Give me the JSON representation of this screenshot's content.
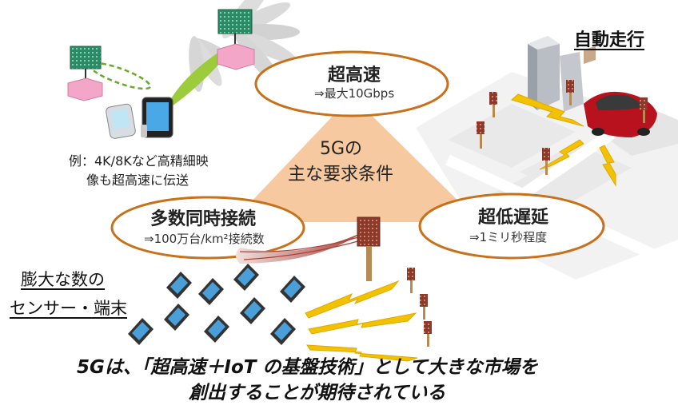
{
  "center": {
    "line1": "5Gの",
    "line2": "主な要求条件"
  },
  "requirements": {
    "speed": {
      "title": "超高速",
      "detail": "⇒最大10Gbps"
    },
    "connections": {
      "title": "多数同時接続",
      "detail": "⇒100万台/km²接続数"
    },
    "latency": {
      "title": "超低遅延",
      "detail": "⇒1ミリ秒程度"
    }
  },
  "example": {
    "line1": "例：4K/8Kなど高精細映",
    "line2": "像も超高速に伝送"
  },
  "autonomous": {
    "label": "自動走行"
  },
  "sensors": {
    "line1": "膨大な数の",
    "line2": "センサー・端末"
  },
  "bottom": {
    "line1": "5Gは、「超高速＋IoT の基盤技術」として大きな市場を",
    "line2": "創出することが期待されている"
  },
  "colors": {
    "oval_fill": "#ffffff",
    "oval_border": "#c8701a",
    "triangle": "#f6c9a0",
    "antenna_panel": "#2f8f6a",
    "pink_base": "#f4a6c8",
    "lightning": "#f2c200",
    "car": "#b8121e",
    "tablet": "#4a9fd8"
  }
}
